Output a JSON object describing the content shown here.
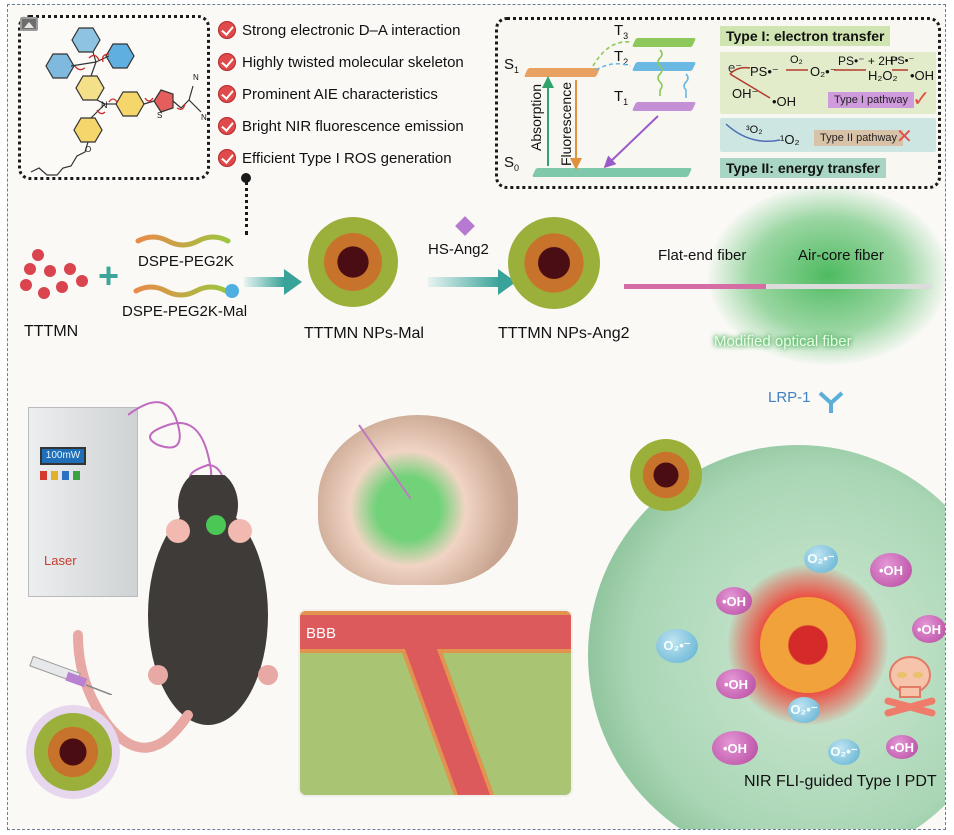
{
  "toolbar": {
    "image_icon": "image-icon"
  },
  "molecule_panel": {
    "title": "TTTMN molecular structure",
    "atoms": {
      "nitrogen": "N",
      "sulfur": "S",
      "oxygen": "O",
      "nitrile_n1": "N",
      "nitrile_n2": "N"
    }
  },
  "features": [
    {
      "icon": "check-icon",
      "label": "Strong electronic D–A interaction"
    },
    {
      "icon": "check-icon",
      "label": "Highly twisted molecular skeleton"
    },
    {
      "icon": "check-icon",
      "label": "Prominent  AIE characteristics"
    },
    {
      "icon": "check-icon",
      "label": "Bright NIR fluorescence emission"
    },
    {
      "icon": "check-icon",
      "label": "Efficient Type I ROS generation"
    }
  ],
  "jablonski": {
    "levels": {
      "s1": "S",
      "s1_sub": "1",
      "s0": "S",
      "s0_sub": "0",
      "t3": "T",
      "t3_sub": "3",
      "t2": "T",
      "t2_sub": "2",
      "t1": "T",
      "t1_sub": "1"
    },
    "absorption": "Absorption",
    "fluorescence": "Fluorescence",
    "colors": {
      "s1": "#e8a160",
      "s0": "#7fc8a9",
      "t3": "#8cc95a",
      "t2": "#6bb8e3",
      "t1": "#c58fd6"
    }
  },
  "type1": {
    "header": "Type I: electron transfer",
    "electron": "e⁻",
    "ps_radical": "PS•⁻",
    "o2_reagent": "O₂",
    "o2_radical": "O₂•⁻",
    "ps_plus_h": "PS•⁻ + 2H⁺",
    "h2o2": "H₂O₂",
    "ps_radical2": "PS•⁻",
    "oh_product": "•OH",
    "hydroxide": "OH⁻",
    "oh_product2": "•OH",
    "pathway_label": "Type I pathway",
    "pathway_status": "check"
  },
  "type2": {
    "triplet_o2": "³O₂",
    "singlet_o2": "¹O₂",
    "pathway_label": "Type II pathway",
    "pathway_status": "cross",
    "header": "Type II: energy transfer"
  },
  "synthesis": {
    "tttmn": "TTTMN",
    "plus": "+",
    "peg": "DSPE-PEG2K",
    "peg_mal": "DSPE-PEG2K-Mal",
    "nps_mal": "TTTMN NPs-Mal",
    "reagent": "HS-Ang2",
    "nps_ang2": "TTTMN NPs-Ang2"
  },
  "fiber": {
    "flat_end": "Flat-end fiber",
    "air_core": "Air-core fiber",
    "modified": "Modified optical fiber"
  },
  "laser": {
    "display": "100mW",
    "label": "Laser"
  },
  "bbb": {
    "label": "BBB"
  },
  "cell": {
    "receptor": "LRP-1",
    "ros": [
      {
        "type": "o2",
        "label": "O₂•⁻"
      },
      {
        "type": "oh",
        "label": "•OH"
      },
      {
        "type": "oh",
        "label": "•OH"
      },
      {
        "type": "o2",
        "label": "O₂•⁻"
      },
      {
        "type": "oh",
        "label": "•OH"
      },
      {
        "type": "oh",
        "label": "•OH"
      },
      {
        "type": "o2",
        "label": "O₂•⁻"
      },
      {
        "type": "oh",
        "label": "•OH"
      },
      {
        "type": "o2",
        "label": "O₂•⁻"
      },
      {
        "type": "oh",
        "label": "•OH"
      }
    ],
    "caption": "NIR FLI-guided Type I PDT"
  }
}
